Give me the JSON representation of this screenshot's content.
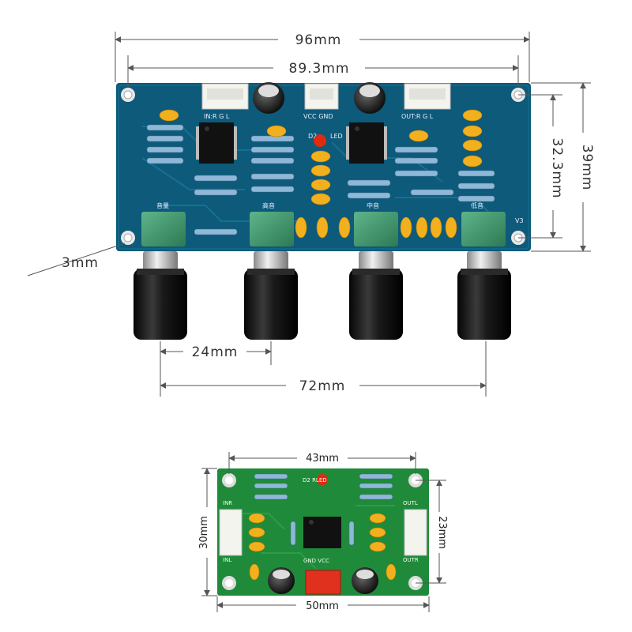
{
  "top_board": {
    "dims": {
      "width_total": "96mm",
      "hole_spacing": "89.3mm",
      "height_total": "39mm",
      "hole_spacing_vertical": "32.3mm",
      "hole_diameter": "3mm",
      "knob_pitch": "24mm",
      "knob_span": "72mm"
    },
    "silkscreen": {
      "input_header": "IN:R G L",
      "power_header": "VCC GND",
      "output_header": "OUT:R G L",
      "d2": "D2",
      "led": "LED",
      "version": "V3",
      "knob_labels": [
        "音量",
        "高音",
        "中音",
        "低音"
      ]
    }
  },
  "bottom_board": {
    "dims": {
      "width_top": "43mm",
      "width_bottom": "50mm",
      "height_left": "30mm",
      "height_right": "23mm"
    },
    "silkscreen": {
      "inr": "INR",
      "inl": "INL",
      "outl": "OUTL",
      "outr": "OUTR",
      "gnd_vcc": "GND VCC",
      "d2_led": "D2 RLED"
    }
  },
  "colors": {
    "pcb_blue": "#0d5a7a",
    "pcb_green": "#1f8a3a",
    "pot_green": "#3d9a6a",
    "knob_black": "#151515",
    "capacitor_yellow": "#f2b01e",
    "led_red": "#e02a10",
    "dimension_line": "#555555"
  }
}
